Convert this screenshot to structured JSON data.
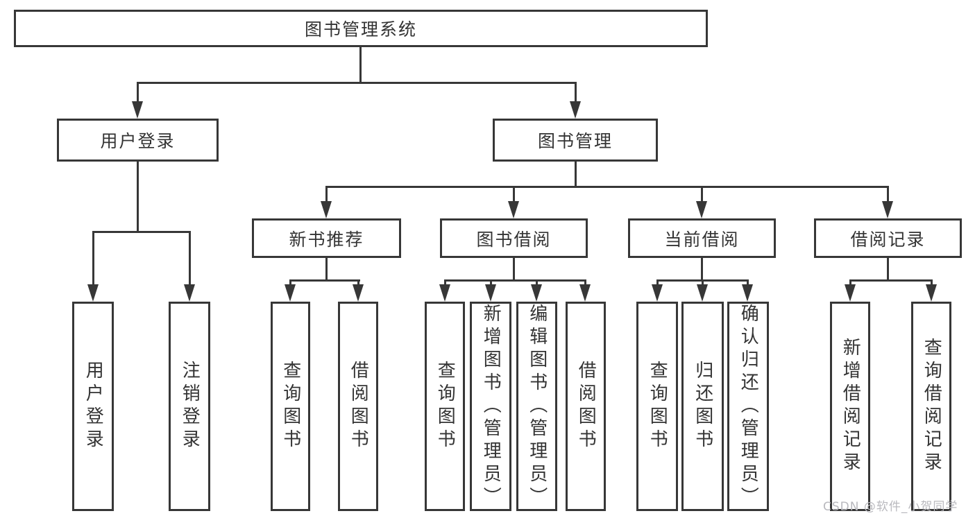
{
  "diagram": {
    "root": {
      "label": "图书管理系统"
    },
    "level2": {
      "user_login": {
        "label": "用户登录"
      },
      "book_management": {
        "label": "图书管理"
      }
    },
    "level3": {
      "new_book_recommend": {
        "label": "新书推荐"
      },
      "book_borrowing": {
        "label": "图书借阅"
      },
      "current_borrowing": {
        "label": "当前借阅"
      },
      "borrowing_records": {
        "label": "借阅记录"
      }
    },
    "leaves": {
      "user_login": {
        "label": "用户登录"
      },
      "logout": {
        "label": "注销登录"
      },
      "nbr_query_books": {
        "label": "查询图书"
      },
      "nbr_borrow_books": {
        "label": "借阅图书"
      },
      "bb_query_books": {
        "label": "查询图书"
      },
      "bb_add_books": {
        "label": "新增图书（管理员）"
      },
      "bb_edit_books": {
        "label": "编辑图书（管理员）"
      },
      "bb_borrow_books": {
        "label": "借阅图书"
      },
      "cb_query_books": {
        "label": "查询图书"
      },
      "cb_return_books": {
        "label": "归还图书"
      },
      "cb_confirm_return": {
        "label": "确认归还（管理员）"
      },
      "br_add_record": {
        "label": "新增借阅记录"
      },
      "br_query_record": {
        "label": "查询借阅记录"
      }
    },
    "colors": {
      "line": "#373737",
      "text": "#333333",
      "watermark": "#b9b9be",
      "background": "#ffffff"
    }
  },
  "watermark": {
    "text": "CSDN @软件_小贺同学"
  }
}
